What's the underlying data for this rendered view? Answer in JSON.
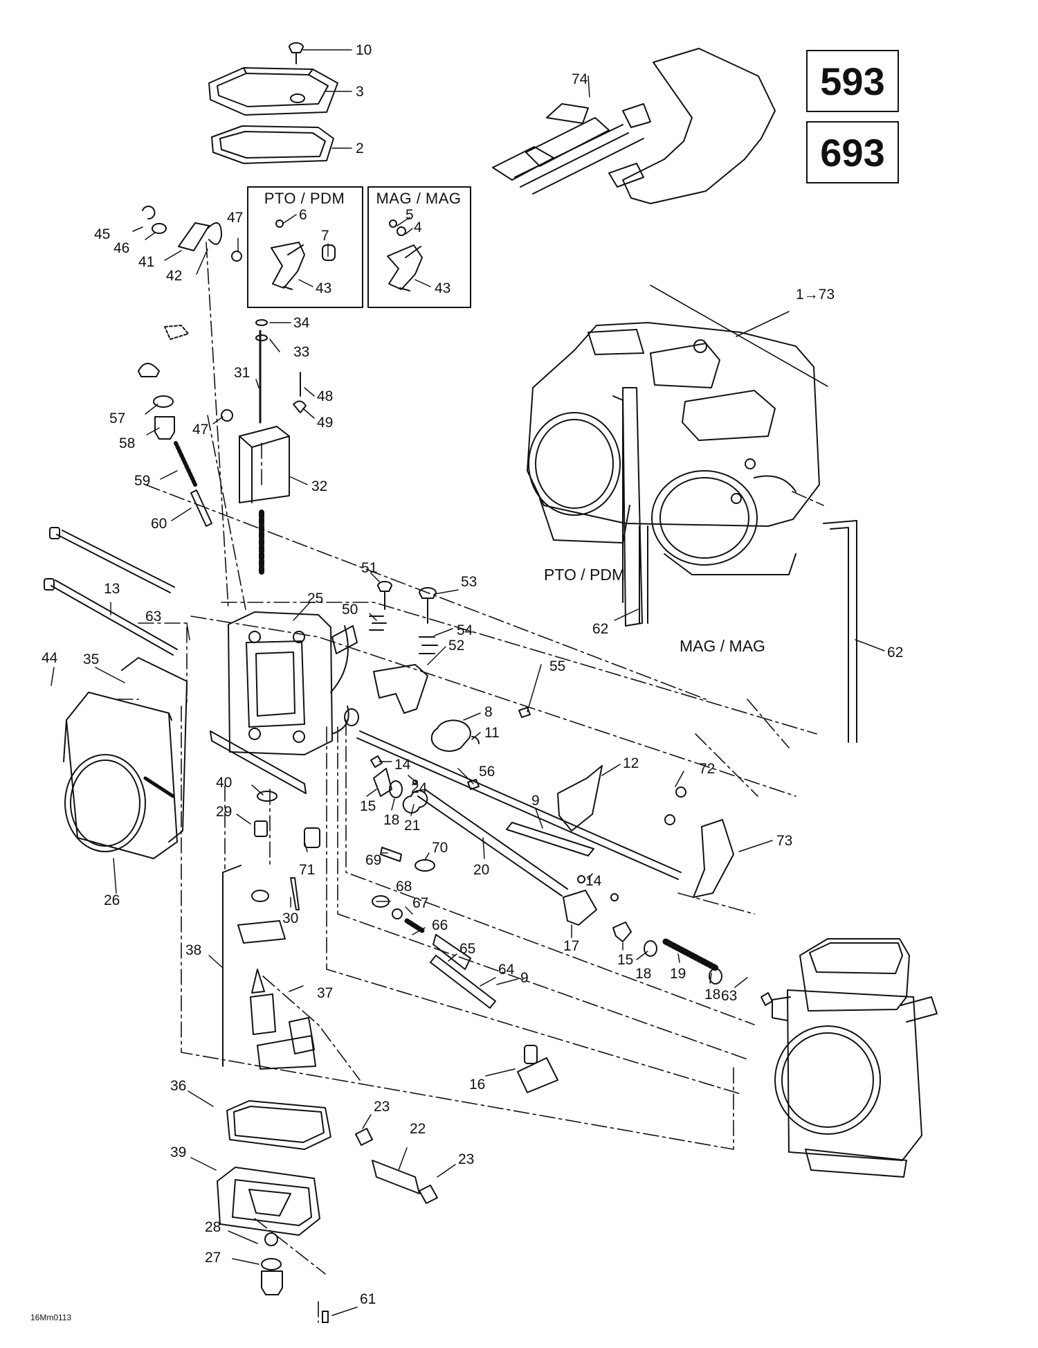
{
  "models": [
    "593",
    "693"
  ],
  "insets": [
    {
      "title": "PTO / PDM"
    },
    {
      "title": "MAG / MAG"
    }
  ],
  "assembly_labels": {
    "pto": "PTO / PDM",
    "mag": "MAG / MAG",
    "range": "1→73"
  },
  "figure_ref": "16Mm0113",
  "callouts": [
    "10",
    "3",
    "2",
    "6",
    "7",
    "43",
    "5",
    "4",
    "43",
    "45",
    "46",
    "41",
    "42",
    "47",
    "34",
    "33",
    "31",
    "48",
    "49",
    "57",
    "58",
    "47",
    "32",
    "59",
    "60",
    "13",
    "63",
    "44",
    "35",
    "25",
    "51",
    "53",
    "50",
    "54",
    "52",
    "55",
    "8",
    "11",
    "56",
    "14",
    "24",
    "12",
    "72",
    "40",
    "15",
    "18",
    "21",
    "9",
    "29",
    "69",
    "70",
    "73",
    "20",
    "26",
    "71",
    "68",
    "67",
    "14",
    "30",
    "66",
    "65",
    "64",
    "17",
    "15",
    "38",
    "18",
    "19",
    "18",
    "63",
    "9",
    "37",
    "16",
    "36",
    "23",
    "22",
    "39",
    "23",
    "28",
    "61",
    "27",
    "74",
    "62",
    "62"
  ]
}
